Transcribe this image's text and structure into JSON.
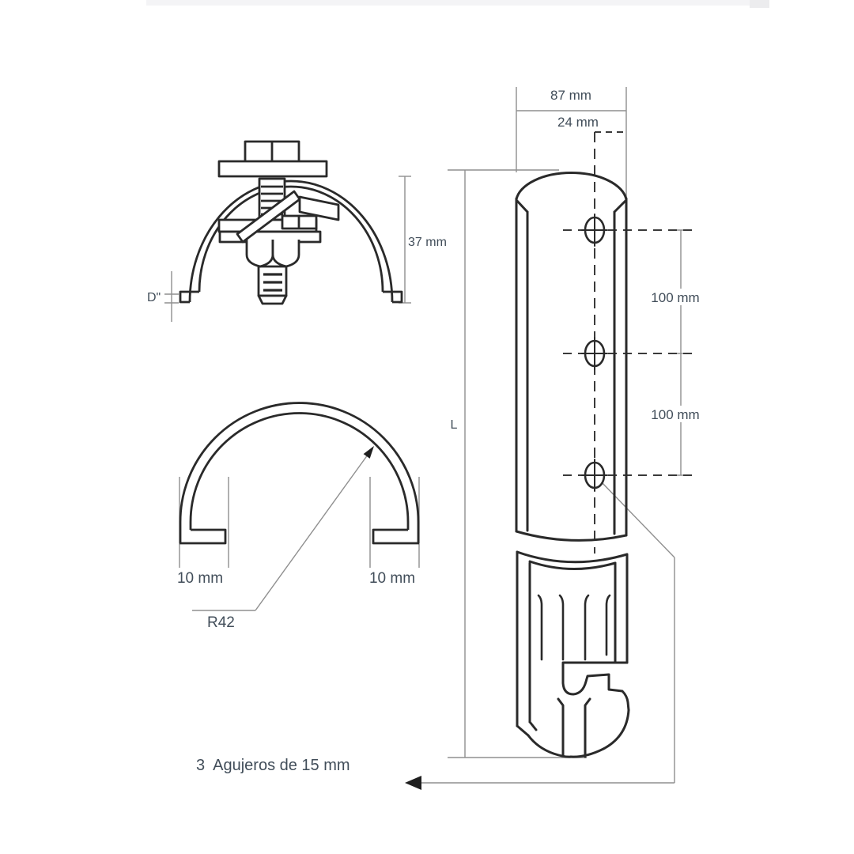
{
  "window": {
    "strip_color": "#f4f4f6",
    "scrollbar_color": "#ececee"
  },
  "colors": {
    "drawing_line": "#2a2a2a",
    "dimension_line": "#8f8f8f",
    "dashed_line": "#3a3a3a",
    "label_text": "#414d59"
  },
  "clamp_view": {
    "height_label": "37 mm",
    "depth_label": "D\""
  },
  "arch_view": {
    "left_flange_label": "10 mm",
    "right_flange_label": "10 mm",
    "radius_label": "R42"
  },
  "post_view": {
    "width_label": "87 mm",
    "hole_offset_label": "24 mm",
    "hole_spacing_top_label": "100 mm",
    "hole_spacing_bottom_label": "100 mm",
    "length_label": "L",
    "holes_count": 3
  },
  "note": {
    "holes_note": "3  Agujeros de 15 mm"
  }
}
